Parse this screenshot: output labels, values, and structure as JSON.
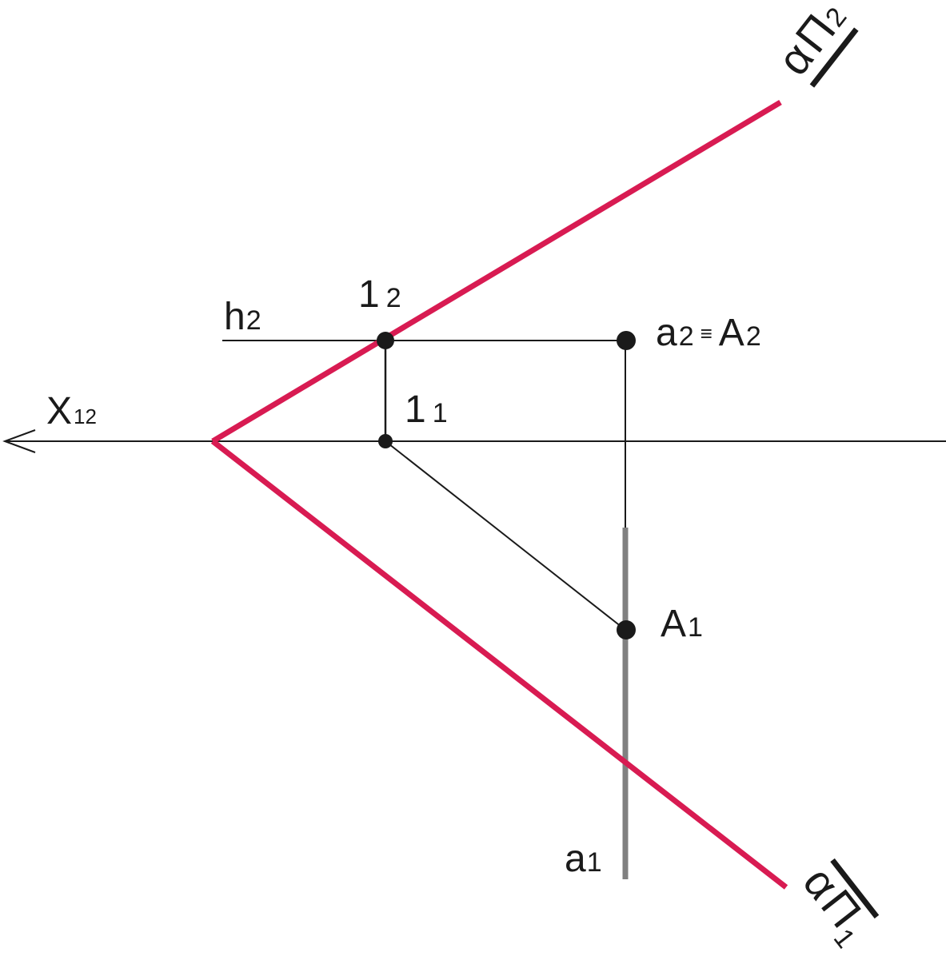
{
  "diagram": {
    "colors": {
      "trace": "#d81b52",
      "line": "#1a1a1a",
      "projection": "#808080",
      "background": "#ffffff"
    },
    "labels": {
      "trace_front": {
        "greek": "α",
        "letter": "Π",
        "index": "2"
      },
      "trace_horizontal": {
        "greek": "α",
        "letter": "Π",
        "index": "1"
      },
      "axis": {
        "main": "X",
        "index": "12"
      },
      "h2": {
        "main": "h",
        "index": "2"
      },
      "point_1_2": {
        "main": "1",
        "index": "2"
      },
      "point_1_1": {
        "main": "1",
        "index": "1"
      },
      "a2_eq_A2": {
        "a": "a",
        "a_index": "2",
        "equiv": "≡",
        "A": "A",
        "A_index": "2"
      },
      "A1": {
        "main": "A",
        "index": "1"
      },
      "a1": {
        "main": "a",
        "index": "1"
      }
    }
  }
}
